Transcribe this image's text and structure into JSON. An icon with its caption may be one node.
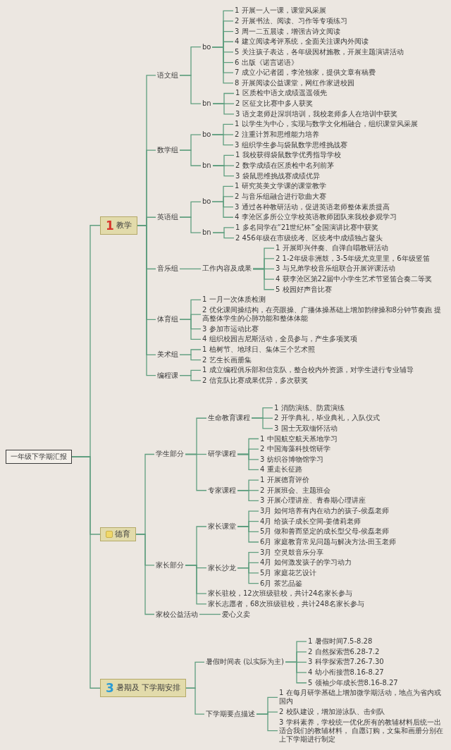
{
  "diagram": {
    "nodes": [
      {
        "text": [
          "一年级下学期汇报"
        ]
      },
      {
        "text": [
          "1",
          "教学"
        ]
      },
      {
        "text": [
          "语文组"
        ]
      },
      {
        "text": [
          "bo"
        ]
      },
      {
        "text": [
          "1 开展一人一课，课堂风采展"
        ]
      },
      {
        "text": [
          "2 开展书法、阅读、习作等专项练习"
        ]
      },
      {
        "text": [
          "3 周一二五晨读，增强古诗文阅读"
        ]
      },
      {
        "text": [
          "4 建立阅读考评系统，全面关注课内外阅读"
        ]
      },
      {
        "text": [
          "5 关注孩子表达，各年级因材施教，开展主题演讲活动"
        ]
      },
      {
        "text": [
          "6 出版《诺言诺语》"
        ]
      },
      {
        "text": [
          "7 成立小记者团，李沧独家，提供文章有稿费"
        ]
      },
      {
        "text": [
          "8 开展阅读公益课堂，网红作家进校园"
        ]
      },
      {
        "text": [
          "bn"
        ]
      },
      {
        "text": [
          "1 区质检中语文成绩遥遥领先"
        ]
      },
      {
        "text": [
          "2 区征文比赛中多人获奖"
        ]
      },
      {
        "text": [
          "3 语文老师赴深圳培训，我校老师多人在培训中获奖"
        ]
      },
      {
        "text": [
          "数学组"
        ]
      },
      {
        "text": [
          "bo"
        ]
      },
      {
        "text": [
          "1 以学生为中心，实现与数学文化相融合，组织课堂风采展"
        ]
      },
      {
        "text": [
          "2 注重计算和思维能力培养"
        ]
      },
      {
        "text": [
          "3 组织学生参与袋鼠数学思维挑战赛"
        ]
      },
      {
        "text": [
          "bn"
        ]
      },
      {
        "text": [
          "1 我校获得袋鼠数学优秀指导学校"
        ]
      },
      {
        "text": [
          "2 数学成绩在区质检中名列前茅"
        ]
      },
      {
        "text": [
          "3 袋鼠思维挑战赛成绩优异"
        ]
      },
      {
        "text": [
          "英语组"
        ]
      },
      {
        "text": [
          "bo"
        ]
      },
      {
        "text": [
          "1 研究英美文学课的课堂教学"
        ]
      },
      {
        "text": [
          "2 与音乐组融合进行歌曲大赛"
        ]
      },
      {
        "text": [
          "3 通过各种教研活动，促进英语老师整体素质提高"
        ]
      },
      {
        "text": [
          "4 李沧区多所公立学校英语教师团队来我校参观学习"
        ]
      },
      {
        "text": [
          "bn"
        ]
      },
      {
        "text": [
          "1 多名同学在“21世纪杯”全国演讲比赛中获奖"
        ]
      },
      {
        "text": [
          "2 456年级在市级统考、区统考中成绩独占鳌头"
        ]
      },
      {
        "text": [
          "音乐组"
        ]
      },
      {
        "text": [
          "工作内容及成果"
        ]
      },
      {
        "text": [
          "1 开展即兴伴奏、自弹自唱教研活动"
        ]
      },
      {
        "text": [
          "2 1-2年级非洲鼓，3-5年级尤克里里，6年级竖笛"
        ]
      },
      {
        "text": [
          "3 与兄弟学校音乐组联合开展评课活动"
        ]
      },
      {
        "text": [
          "4 获李沧区第22届中小学生艺术节竖笛合奏二等奖"
        ]
      },
      {
        "text": [
          "5 校园好声音比赛"
        ]
      },
      {
        "text": [
          "体育组"
        ]
      },
      {
        "text": [
          "1 一月一次体质检测"
        ]
      },
      {
        "text": [
          "2 优化课间操结构，在亮眼操、广播体操基础上增加韵律操和8分钟节奏跑 提高整体学生的心肺功能和整体体能"
        ]
      },
      {
        "text": [
          "3 参加市运动比赛"
        ]
      },
      {
        "text": [
          "4 组织校园吉尼斯活动，全员参与，产生多项奖项"
        ]
      },
      {
        "text": [
          "美术组"
        ]
      },
      {
        "text": [
          "1 植树节、地球日、集体三个艺术照"
        ]
      },
      {
        "text": [
          "2 艺生长画册集"
        ]
      },
      {
        "text": [
          "编程课"
        ]
      },
      {
        "text": [
          "1 成立编程俱乐部和信竞队，整合校内外资源，对学生进行专业辅导"
        ]
      },
      {
        "text": [
          "2 信竞队比赛成果优异，多次获奖"
        ]
      },
      {
        "text": [
          "德育"
        ]
      },
      {
        "text": [
          "学生部分"
        ]
      },
      {
        "text": [
          "生命教育课程"
        ]
      },
      {
        "text": [
          "1 消防演练、防震演练"
        ]
      },
      {
        "text": [
          "2 开学典礼，毕业典礼，入队仪式"
        ]
      },
      {
        "text": [
          "3 国士无双缅怀活动"
        ]
      },
      {
        "text": [
          "研学课程"
        ]
      },
      {
        "text": [
          "1 中国航空航天基地学习"
        ]
      },
      {
        "text": [
          "2 中国海藻科技馆研学"
        ]
      },
      {
        "text": [
          "3 纺织谷博物馆学习"
        ]
      },
      {
        "text": [
          "4 重走长征路"
        ]
      },
      {
        "text": [
          "专家课程"
        ]
      },
      {
        "text": [
          "1 开展德育评价"
        ]
      },
      {
        "text": [
          "2 开展班会、主题班会"
        ]
      },
      {
        "text": [
          "3 开展心理讲座、青春期心理讲座"
        ]
      },
      {
        "text": [
          "家长部分"
        ]
      },
      {
        "text": [
          "家长课堂"
        ]
      },
      {
        "text": [
          "3月 如何培养有内在动力的孩子-侯磊老师"
        ]
      },
      {
        "text": [
          "4月 给孩子成长空间-姜倩莉老师"
        ]
      },
      {
        "text": [
          "5月 做和善而坚定的成长型父母-侯磊老师"
        ]
      },
      {
        "text": [
          "6月 家庭教育常见问题与解决方法-田玉老师"
        ]
      },
      {
        "text": [
          "家长沙龙"
        ]
      },
      {
        "text": [
          "3月 空灵鼓音乐分享"
        ]
      },
      {
        "text": [
          "4月 如何激发孩子的学习动力"
        ]
      },
      {
        "text": [
          "5月 家庭花艺设计"
        ]
      },
      {
        "text": [
          "6月 茶艺品鉴"
        ]
      },
      {
        "text": [
          "家长驻校，12次班级驻校，共计24名家长参与"
        ]
      },
      {
        "text": [
          "家长志愿者，68次班级驻校，共计248名家长参与"
        ]
      },
      {
        "text": [
          "家校公益活动"
        ]
      },
      {
        "text": [
          "爱心义卖"
        ]
      },
      {
        "text": [
          "3",
          "暑期及 下学期安排"
        ]
      },
      {
        "text": [
          "暑假时间表 (以实际为主)"
        ]
      },
      {
        "text": [
          "1 暑假时间7.5-8.28"
        ]
      },
      {
        "text": [
          "2 自然探索营6.28-7.2"
        ]
      },
      {
        "text": [
          "3 科学探索营7.26-7.30"
        ]
      },
      {
        "text": [
          "4 幼小衔接营8.16-8.27"
        ]
      },
      {
        "text": [
          "5 领袖少年成长营8.16-8.27"
        ]
      },
      {
        "text": [
          "下学期要点描述"
        ]
      },
      {
        "text": [
          "1 在每月研学基础上增加微学期活动，地点为省内或国内"
        ]
      },
      {
        "text": [
          "2 校队建设，增加游泳队、击剑队"
        ]
      },
      {
        "text": [
          "3 学科素养，学校统一优化所有的教辅材料后统一出适合我们的教辅材料， 自愿订购，文集和画册分别在上下学期进行制定"
        ]
      }
    ],
    "edges": [
      {
        "from": 0,
        "to": 1,
        "arrow": "none"
      },
      {
        "from": 1,
        "to": 2,
        "arrow": "none"
      },
      {
        "from": 2,
        "to": 3,
        "arrow": "none"
      },
      {
        "from": 3,
        "to": 4,
        "arrow": "none"
      },
      {
        "from": 3,
        "to": 5,
        "arrow": "none"
      },
      {
        "from": 3,
        "to": 6,
        "arrow": "none"
      },
      {
        "from": 3,
        "to": 7,
        "arrow": "none"
      },
      {
        "from": 3,
        "to": 8,
        "arrow": "none"
      },
      {
        "from": 3,
        "to": 9,
        "arrow": "none"
      },
      {
        "from": 3,
        "to": 10,
        "arrow": "none"
      },
      {
        "from": 3,
        "to": 11,
        "arrow": "none"
      },
      {
        "from": 2,
        "to": 12,
        "arrow": "none"
      },
      {
        "from": 12,
        "to": 13,
        "arrow": "none"
      },
      {
        "from": 12,
        "to": 14,
        "arrow": "none"
      },
      {
        "from": 12,
        "to": 15,
        "arrow": "none"
      },
      {
        "from": 1,
        "to": 16,
        "arrow": "none"
      },
      {
        "from": 16,
        "to": 17,
        "arrow": "none"
      },
      {
        "from": 17,
        "to": 18,
        "arrow": "none"
      },
      {
        "from": 17,
        "to": 19,
        "arrow": "none"
      },
      {
        "from": 17,
        "to": 20,
        "arrow": "none"
      },
      {
        "from": 16,
        "to": 21,
        "arrow": "none"
      },
      {
        "from": 21,
        "to": 22,
        "arrow": "none"
      },
      {
        "from": 21,
        "to": 23,
        "arrow": "none"
      },
      {
        "from": 21,
        "to": 24,
        "arrow": "none"
      },
      {
        "from": 1,
        "to": 25,
        "arrow": "none"
      },
      {
        "from": 25,
        "to": 26,
        "arrow": "none"
      },
      {
        "from": 26,
        "to": 27,
        "arrow": "none"
      },
      {
        "from": 26,
        "to": 28,
        "arrow": "none"
      },
      {
        "from": 26,
        "to": 29,
        "arrow": "none"
      },
      {
        "from": 26,
        "to": 30,
        "arrow": "none"
      },
      {
        "from": 25,
        "to": 31,
        "arrow": "none"
      },
      {
        "from": 31,
        "to": 32,
        "arrow": "none"
      },
      {
        "from": 31,
        "to": 33,
        "arrow": "none"
      },
      {
        "from": 1,
        "to": 34,
        "arrow": "none"
      },
      {
        "from": 34,
        "to": 35,
        "arrow": "none"
      },
      {
        "from": 35,
        "to": 36,
        "arrow": "none"
      },
      {
        "from": 35,
        "to": 37,
        "arrow": "none"
      },
      {
        "from": 35,
        "to": 38,
        "arrow": "none"
      },
      {
        "from": 35,
        "to": 39,
        "arrow": "none"
      },
      {
        "from": 35,
        "to": 40,
        "arrow": "none"
      },
      {
        "from": 1,
        "to": 41,
        "arrow": "none"
      },
      {
        "from": 41,
        "to": 42,
        "arrow": "none"
      },
      {
        "from": 41,
        "to": 43,
        "arrow": "none"
      },
      {
        "from": 41,
        "to": 44,
        "arrow": "none"
      },
      {
        "from": 41,
        "to": 45,
        "arrow": "none"
      },
      {
        "from": 1,
        "to": 46,
        "arrow": "none"
      },
      {
        "from": 46,
        "to": 47,
        "arrow": "none"
      },
      {
        "from": 46,
        "to": 48,
        "arrow": "none"
      },
      {
        "from": 1,
        "to": 49,
        "arrow": "none"
      },
      {
        "from": 49,
        "to": 50,
        "arrow": "none"
      },
      {
        "from": 49,
        "to": 51,
        "arrow": "none"
      },
      {
        "from": 0,
        "to": 52,
        "arrow": "none"
      },
      {
        "from": 52,
        "to": 53,
        "arrow": "none"
      },
      {
        "from": 53,
        "to": 54,
        "arrow": "none"
      },
      {
        "from": 54,
        "to": 55,
        "arrow": "none"
      },
      {
        "from": 54,
        "to": 56,
        "arrow": "none"
      },
      {
        "from": 54,
        "to": 57,
        "arrow": "none"
      },
      {
        "from": 53,
        "to": 58,
        "arrow": "none"
      },
      {
        "from": 58,
        "to": 59,
        "arrow": "none"
      },
      {
        "from": 58,
        "to": 60,
        "arrow": "none"
      },
      {
        "from": 58,
        "to": 61,
        "arrow": "none"
      },
      {
        "from": 58,
        "to": 62,
        "arrow": "none"
      },
      {
        "from": 53,
        "to": 63,
        "arrow": "none"
      },
      {
        "from": 63,
        "to": 64,
        "arrow": "none"
      },
      {
        "from": 63,
        "to": 65,
        "arrow": "none"
      },
      {
        "from": 63,
        "to": 66,
        "arrow": "none"
      },
      {
        "from": 52,
        "to": 67,
        "arrow": "none"
      },
      {
        "from": 67,
        "to": 68,
        "arrow": "none"
      },
      {
        "from": 68,
        "to": 69,
        "arrow": "none"
      },
      {
        "from": 68,
        "to": 70,
        "arrow": "none"
      },
      {
        "from": 68,
        "to": 71,
        "arrow": "none"
      },
      {
        "from": 68,
        "to": 72,
        "arrow": "none"
      },
      {
        "from": 67,
        "to": 73,
        "arrow": "none"
      },
      {
        "from": 73,
        "to": 74,
        "arrow": "none"
      },
      {
        "from": 73,
        "to": 75,
        "arrow": "none"
      },
      {
        "from": 73,
        "to": 76,
        "arrow": "none"
      },
      {
        "from": 73,
        "to": 77,
        "arrow": "none"
      },
      {
        "from": 67,
        "to": 78,
        "arrow": "none"
      },
      {
        "from": 67,
        "to": 79,
        "arrow": "none"
      },
      {
        "from": 52,
        "to": 80,
        "arrow": "none"
      },
      {
        "from": 80,
        "to": 81,
        "arrow": "none"
      },
      {
        "from": 0,
        "to": 82,
        "arrow": "none"
      },
      {
        "from": 82,
        "to": 83,
        "arrow": "none"
      },
      {
        "from": 83,
        "to": 84,
        "arrow": "none"
      },
      {
        "from": 83,
        "to": 85,
        "arrow": "none"
      },
      {
        "from": 83,
        "to": 86,
        "arrow": "none"
      },
      {
        "from": 83,
        "to": 87,
        "arrow": "none"
      },
      {
        "from": 83,
        "to": 88,
        "arrow": "none"
      },
      {
        "from": 82,
        "to": 89,
        "arrow": "none"
      },
      {
        "from": 89,
        "to": 90,
        "arrow": "none"
      },
      {
        "from": 89,
        "to": 91,
        "arrow": "none"
      },
      {
        "from": 89,
        "to": 92,
        "arrow": "none"
      }
    ]
  }
}
